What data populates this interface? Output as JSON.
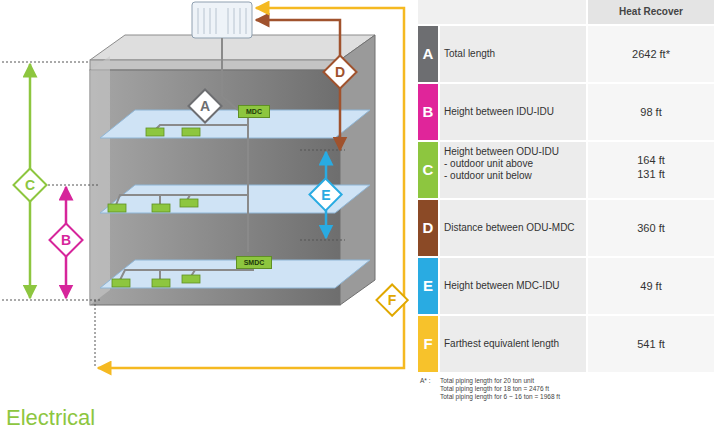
{
  "diagram": {
    "nodes": [
      {
        "text": [
          "A"
        ]
      },
      {
        "text": [
          "D"
        ]
      },
      {
        "text": [
          "C"
        ]
      },
      {
        "text": [
          "E"
        ]
      },
      {
        "text": [
          "B"
        ]
      },
      {
        "text": [
          "F"
        ]
      },
      {
        "text": [
          "MDC"
        ]
      },
      {
        "text": [
          "SMDC"
        ]
      }
    ],
    "labels": [
      "Heat Recover",
      "A",
      "Total length",
      "2642 ft*",
      "B",
      "Height between IDU-IDU",
      "98 ft",
      "C",
      "Height between ODU-IDU",
      "- outdoor unit above",
      "- outdoor unit below",
      "164 ft",
      "131 ft",
      "D",
      "Distance between ODU-MDC",
      "360 ft",
      "E",
      "Height between MDC-IDU",
      "49 ft",
      "F",
      "Farthest equivalent length",
      "541 ft",
      "A* :",
      "Total piping length for 20 ton unit",
      "Total piping length for 18 ton = 2476 ft",
      "Total piping length for 6 ~ 16 ton = 1968 ft",
      "Electrical"
    ]
  }
}
